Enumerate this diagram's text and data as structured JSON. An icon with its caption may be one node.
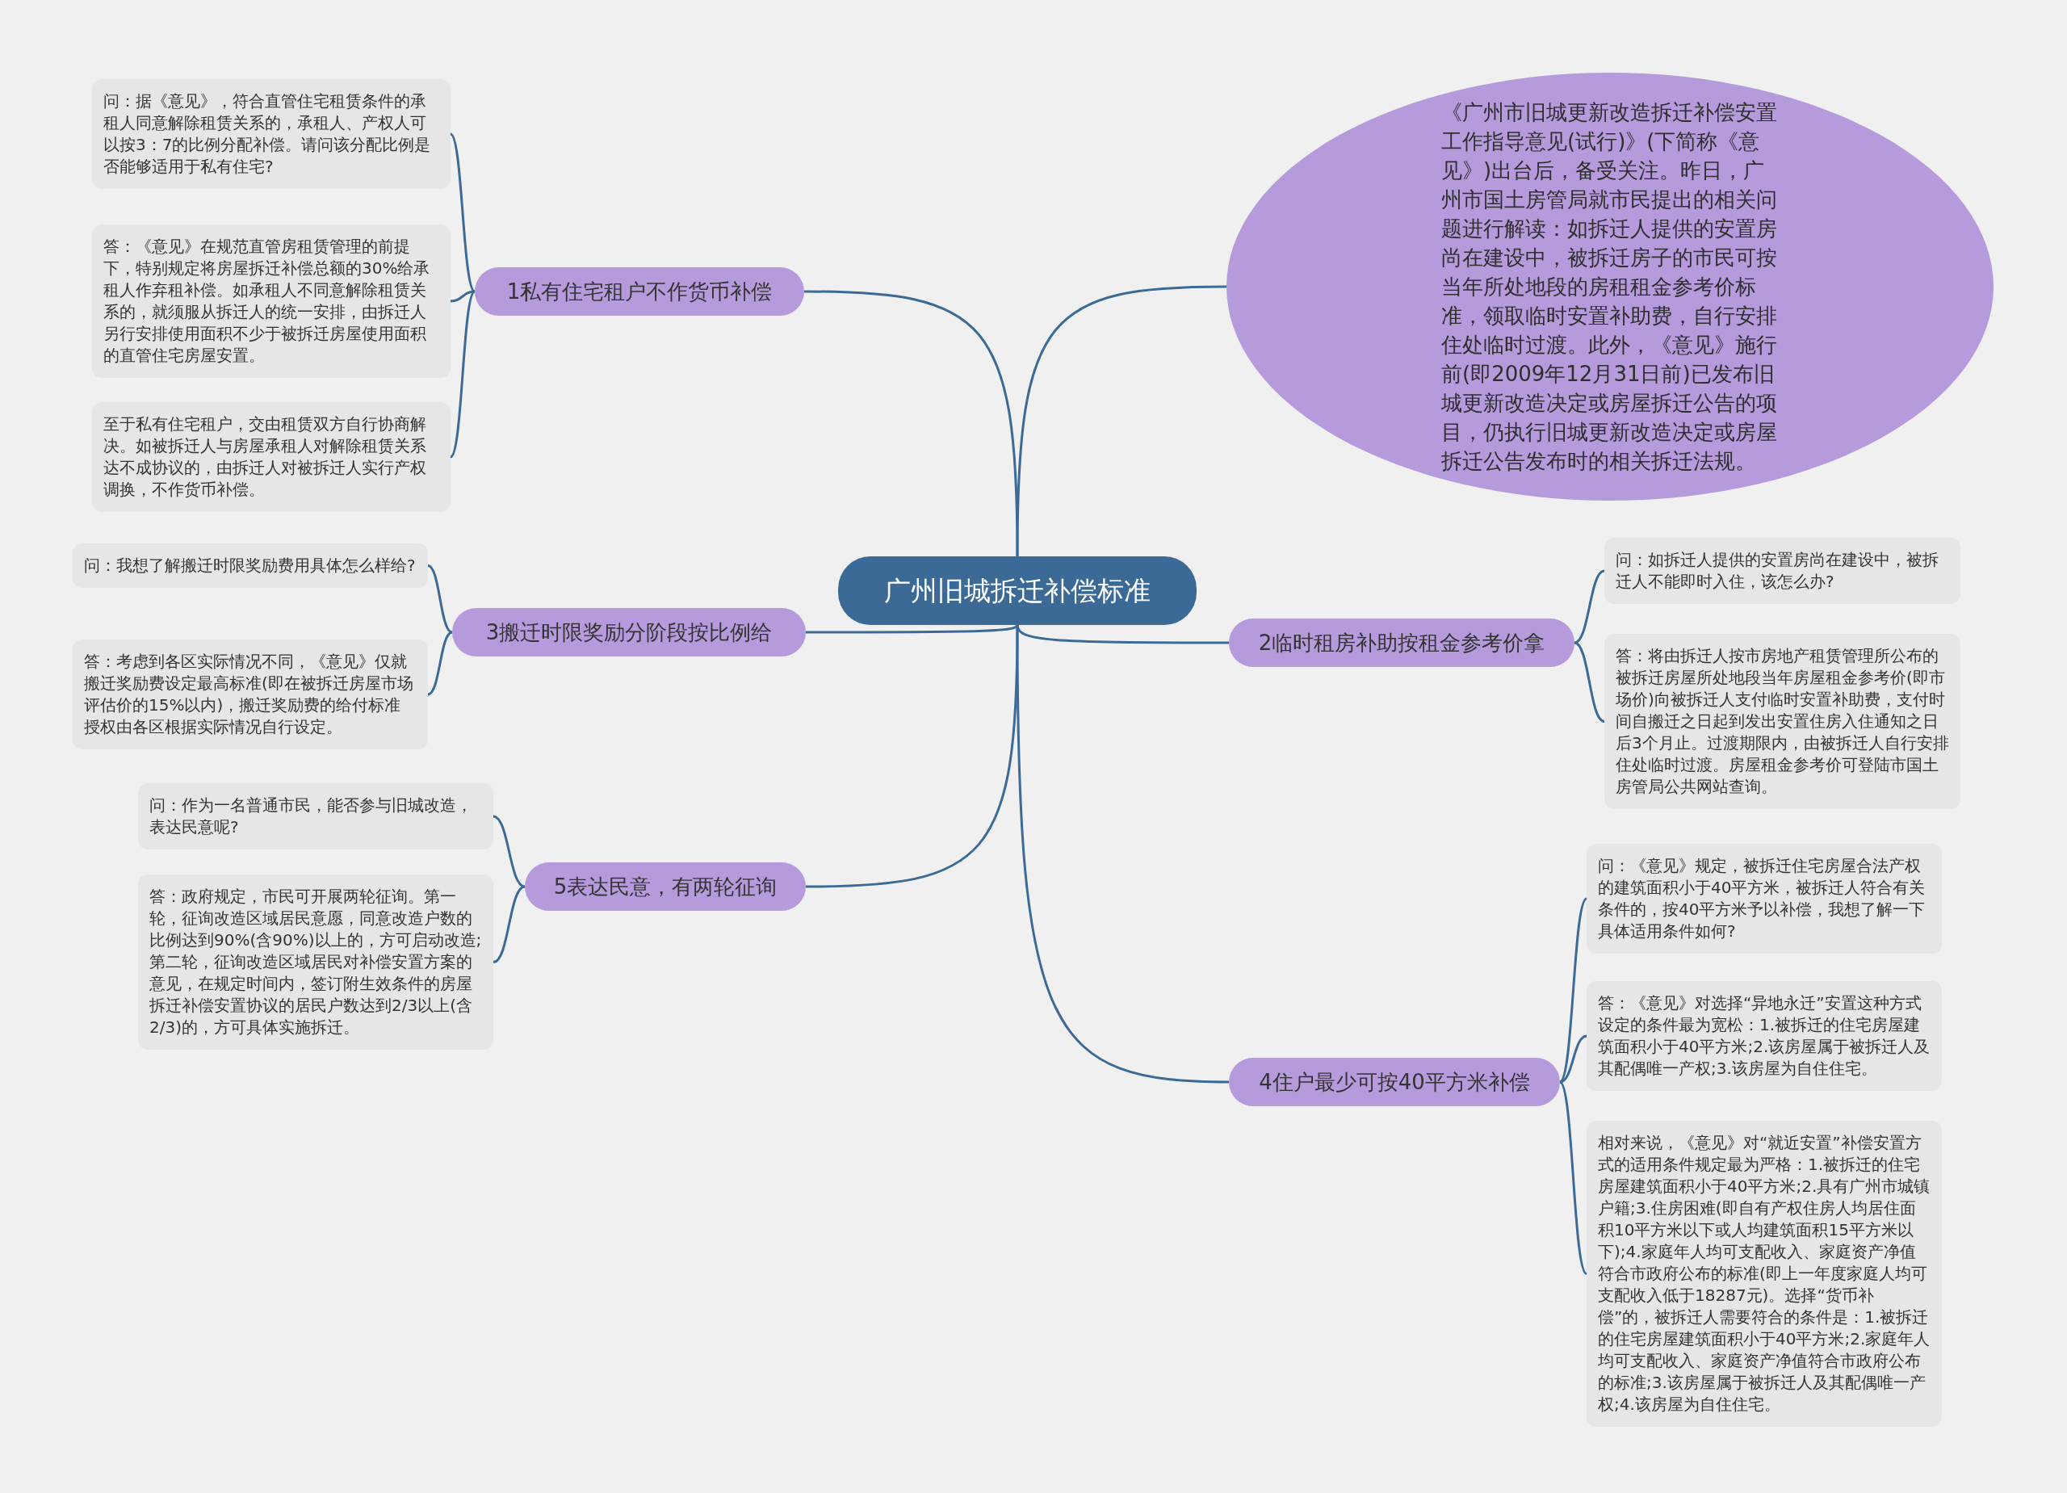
{
  "diagram": {
    "nodes": [
      {
        "text": [
          "广州旧城拆迁补偿标准"
        ]
      },
      {
        "text": [
          "《广州市旧城更新改造拆迁补偿安置工作指导意见(试行)》(下简称《意见》)出台后，备受关注。昨日，广州市国土房管局就市民提出的相关问题进行解读：如拆迁人提供的安置房尚在建设中，被拆迁房子的市民可按当年所处地段的房租租金参考价标准，领取临时安置补助费，自行安排住处临时过渡。此外，《意见》施行前(即2009年12月31日前)已发布旧城更新改造决定或房屋拆迁公告的项目，仍执行旧城更新改造决定或房屋拆迁公告发布时的相关拆迁法规。"
        ]
      },
      {
        "text": [
          "1私有住宅租户不作货币补偿"
        ]
      },
      {
        "text": [
          "问：据《意见》，符合直管住宅租赁条件的承租人同意解除租赁关系的，承租人、产权人可以按3：7的比例分配补偿。请问该分配比例是否能够适用于私有住宅?"
        ]
      },
      {
        "text": [
          "答：《意见》在规范直管房租赁管理的前提下，特别规定将房屋拆迁补偿总额的30%给承租人作弃租补偿。如承租人不同意解除租赁关系的，就须服从拆迁人的统一安排，由拆迁人另行安排使用面积不少于被拆迁房屋使用面积的直管住宅房屋安置。"
        ]
      },
      {
        "text": [
          "至于私有住宅租户，交由租赁双方自行协商解决。如被拆迁人与房屋承租人对解除租赁关系达不成协议的，由拆迁人对被拆迁人实行产权调换，不作货币补偿。"
        ]
      },
      {
        "text": [
          "3搬迁时限奖励分阶段按比例给"
        ]
      },
      {
        "text": [
          "问：我想了解搬迁时限奖励费用具体怎么样给?"
        ]
      },
      {
        "text": [
          "答：考虑到各区实际情况不同，《意见》仅就搬迁奖励费设定最高标准(即在被拆迁房屋市场评估价的15%以内)，搬迁奖励费的给付标准授权由各区根据实际情况自行设定。"
        ]
      },
      {
        "text": [
          "5表达民意，有两轮征询"
        ]
      },
      {
        "text": [
          "问：作为一名普通市民，能否参与旧城改造，表达民意呢?"
        ]
      },
      {
        "text": [
          "答：政府规定，市民可开展两轮征询。第一轮，征询改造区域居民意愿，同意改造户数的比例达到90%(含90%)以上的，方可启动改造;第二轮，征询改造区域居民对补偿安置方案的意见，在规定时间内，签订附生效条件的房屋拆迁补偿安置协议的居民户数达到2/3以上(含2/3)的，方可具体实施拆迁。"
        ]
      },
      {
        "text": [
          "2临时租房补助按租金参考价拿"
        ]
      },
      {
        "text": [
          "问：如拆迁人提供的安置房尚在建设中，被拆迁人不能即时入住，该怎么办?"
        ]
      },
      {
        "text": [
          "答：将由拆迁人按市房地产租赁管理所公布的被拆迁房屋所处地段当年房屋租金参考价(即市场价)向被拆迁人支付临时安置补助费，支付时间自搬迁之日起到发出安置住房入住通知之日后3个月止。过渡期限内，由被拆迁人自行安排住处临时过渡。房屋租金参考价可登陆市国土房管局公共网站查询。"
        ]
      },
      {
        "text": [
          "4住户最少可按40平方米补偿"
        ]
      },
      {
        "text": [
          "问：《意见》规定，被拆迁住宅房屋合法产权的建筑面积小于40平方米，被拆迁人符合有关条件的，按40平方米予以补偿，我想了解一下具体适用条件如何?"
        ]
      },
      {
        "text": [
          "答：《意见》对选择“异地永迁”安置这种方式设定的条件最为宽松：1.被拆迁的住宅房屋建筑面积小于40平方米;2.该房屋属于被拆迁人及其配偶唯一产权;3.该房屋为自住住宅。"
        ]
      },
      {
        "text": [
          "相对来说，《意见》对“就近安置”补偿安置方式的适用条件规定最为严格：1.被拆迁的住宅房屋建筑面积小于40平方米;2.具有广州市城镇户籍;3.住房困难(即自有产权住房人均居住面积10平方米以下或人均建筑面积15平方米以下);4.家庭年人均可支配收入、家庭资产净值符合市政府公布的标准(即上一年度家庭人均可支配收入低于18287元)。选择“货币补偿”的，被拆迁人需要符合的条件是：1.被拆迁的住宅房屋建筑面积小于40平方米;2.家庭年人均可支配收入、家庭资产净值符合市政府公布的标准;3.该房屋属于被拆迁人及其配偶唯一产权;4.该房屋为自住住宅。"
        ]
      }
    ],
    "edges": [
      {
        "from": 0,
        "to": 1,
        "arrow": "none"
      },
      {
        "from": 0,
        "to": 2,
        "arrow": "none"
      },
      {
        "from": 0,
        "to": 6,
        "arrow": "none"
      },
      {
        "from": 0,
        "to": 9,
        "arrow": "none"
      },
      {
        "from": 0,
        "to": 12,
        "arrow": "none"
      },
      {
        "from": 0,
        "to": 15,
        "arrow": "none"
      },
      {
        "from": 2,
        "to": 3,
        "arrow": "none"
      },
      {
        "from": 2,
        "to": 4,
        "arrow": "none"
      },
      {
        "from": 2,
        "to": 5,
        "arrow": "none"
      },
      {
        "from": 6,
        "to": 7,
        "arrow": "none"
      },
      {
        "from": 6,
        "to": 8,
        "arrow": "none"
      },
      {
        "from": 9,
        "to": 10,
        "arrow": "none"
      },
      {
        "from": 9,
        "to": 11,
        "arrow": "none"
      },
      {
        "from": 12,
        "to": 13,
        "arrow": "none"
      },
      {
        "from": 12,
        "to": 14,
        "arrow": "none"
      },
      {
        "from": 15,
        "to": 16,
        "arrow": "none"
      },
      {
        "from": 15,
        "to": 17,
        "arrow": "none"
      },
      {
        "from": 15,
        "to": 18,
        "arrow": "none"
      }
    ]
  }
}
